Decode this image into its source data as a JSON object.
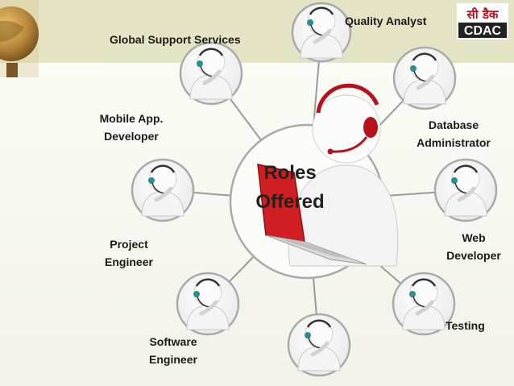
{
  "center": {
    "line1": "Roles",
    "line2": "Offered"
  },
  "roles": {
    "quality_analyst": "Quality Analyst",
    "global_support": "Global Support Services",
    "mobile_dev_1": "Mobile App.",
    "mobile_dev_2": "Developer",
    "db_admin_1": "Database",
    "db_admin_2": "Administrator",
    "web_dev_1": "Web",
    "web_dev_2": "Developer",
    "project_eng_1": "Project",
    "project_eng_2": "Engineer",
    "software_eng_1": "Software",
    "software_eng_2": "Engineer",
    "testing": "Testing"
  },
  "logo": {
    "line1": "सी डैक",
    "line2": "CDAC"
  },
  "colors": {
    "accent": "#b5121b",
    "node": "#ffffff",
    "spoke": "#9a9a9a",
    "headset": "#2a8f93"
  }
}
